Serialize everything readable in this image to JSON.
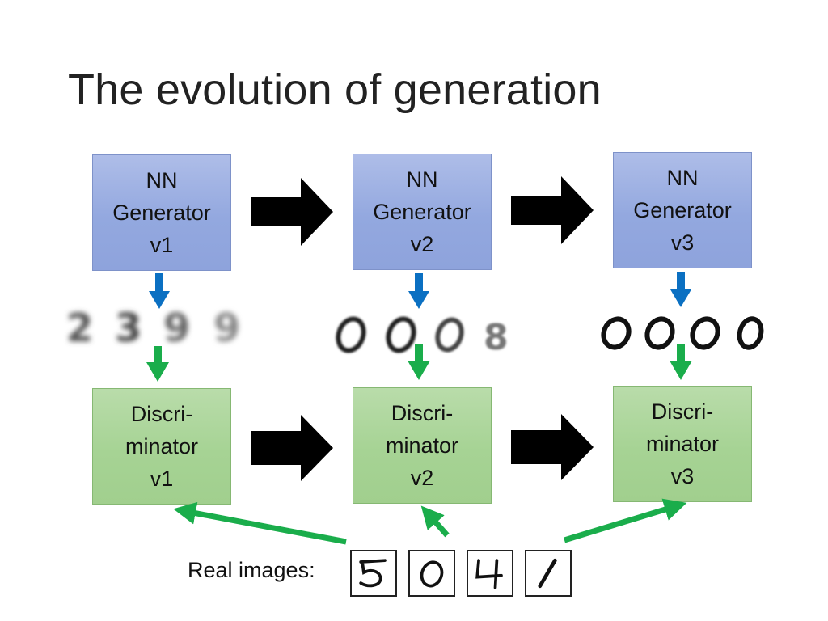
{
  "slide": {
    "title": "The evolution of generation"
  },
  "generators": [
    {
      "line1": "NN",
      "line2": "Generator",
      "line3": "v1"
    },
    {
      "line1": "NN",
      "line2": "Generator",
      "line3": "v2"
    },
    {
      "line1": "NN",
      "line2": "Generator",
      "line3": "v3"
    }
  ],
  "discriminators": [
    {
      "line1": "Discri-",
      "line2": "minator",
      "line3": "v1"
    },
    {
      "line1": "Discri-",
      "line2": "minator",
      "line3": "v2"
    },
    {
      "line1": "Discri-",
      "line2": "minator",
      "line3": "v3"
    }
  ],
  "real_images": {
    "label": "Real images:",
    "digits": [
      "5",
      "0",
      "4",
      "1"
    ]
  },
  "generated_samples": [
    {
      "version": "v1",
      "digits": [
        "2",
        "3",
        "9",
        "9"
      ],
      "quality": "blurry"
    },
    {
      "version": "v2",
      "digits": [
        "0",
        "0",
        "0",
        "8"
      ],
      "quality": "slightly blurry"
    },
    {
      "version": "v3",
      "digits": [
        "0",
        "0",
        "0",
        "0"
      ],
      "quality": "sharp"
    }
  ],
  "colors": {
    "generator_fill": "#93a8df",
    "discriminator_fill": "#a6d394",
    "blue_arrow": "#0b70c2",
    "green_arrow": "#1aad4b",
    "black_arrow": "#000000"
  }
}
